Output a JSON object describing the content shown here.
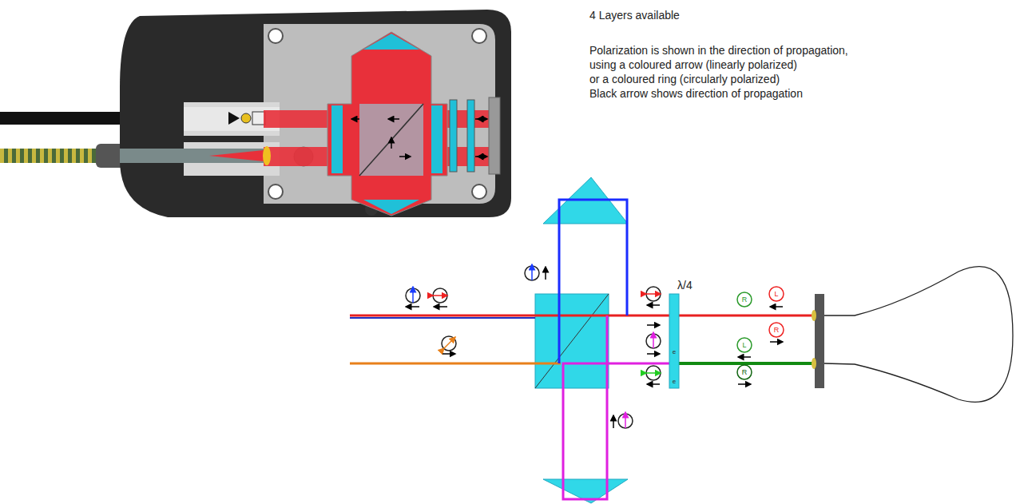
{
  "diagram": {
    "title": "4 Layers available",
    "labels": [
      "Polarization is shown in the direction of propagation,",
      "using a coloured arrow (linearly polarized)",
      "or a coloured ring (circularly polarized)",
      "Black arrow shows direction of propagation",
      "λ/4",
      "R",
      "L",
      "L",
      "R",
      "R",
      "e",
      "e"
    ]
  }
}
